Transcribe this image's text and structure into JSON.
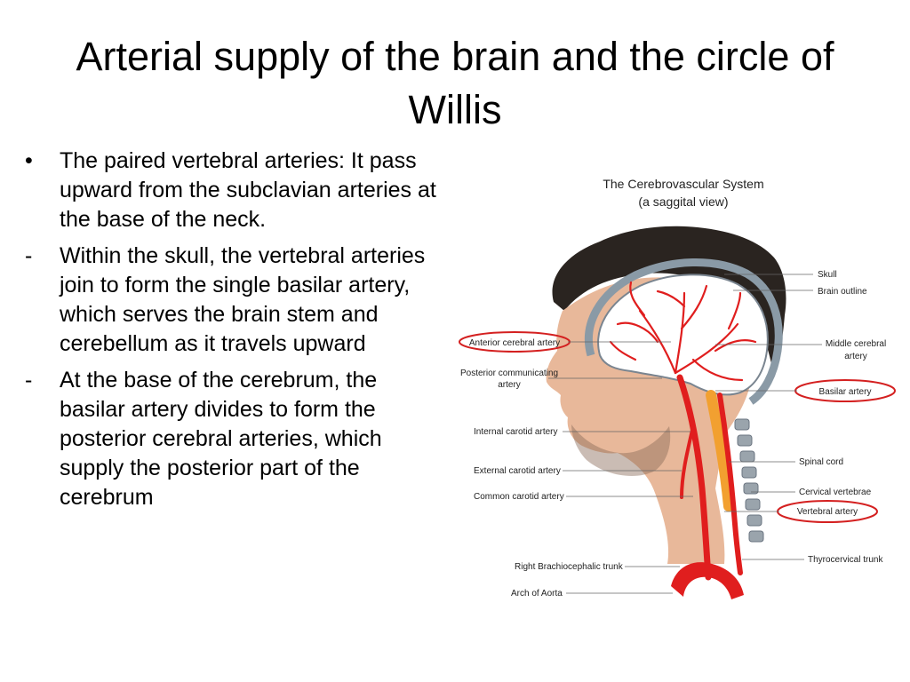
{
  "slide": {
    "title": "Arterial supply of the brain and the circle of Willis",
    "bullets": [
      {
        "marker": "•",
        "text": "The paired vertebral arteries: It pass upward from the subclavian arteries at the base of the neck."
      },
      {
        "marker": "-",
        "text": "Within the skull, the vertebral arteries join to form the single basilar artery, which serves the brain stem and cerebellum as it travels upward"
      },
      {
        "marker": "-",
        "text": "At the base of the cerebrum, the basilar artery divides to form the posterior cerebral arteries, which supply the posterior part of the cerebrum"
      }
    ]
  },
  "figure": {
    "title_line1": "The Cerebrovascular System",
    "title_line2": "(a saggital view)",
    "labels": {
      "skull": "Skull",
      "brain_outline": "Brain outline",
      "middle_cerebral_1": "Middle cerebral",
      "middle_cerebral_2": "artery",
      "basilar": "Basilar artery",
      "spinal_cord": "Spinal cord",
      "cervical_vertebrae": "Cervical vertebrae",
      "vertebral": "Vertebral artery",
      "thyrocervical": "Thyrocervical trunk",
      "anterior_cerebral": "Anterior cerebral artery",
      "posterior_communicating_1": "Posterior communicating",
      "posterior_communicating_2": "artery",
      "internal_carotid": "Internal carotid artery",
      "external_carotid": "External carotid artery",
      "common_carotid": "Common carotid artery",
      "right_brachiocephalic": "Right Brachiocephalic trunk",
      "arch_of_aorta": "Arch of Aorta"
    },
    "colors": {
      "artery": "#e01e1e",
      "highlight_ring": "#d42020",
      "skin": "#e8b89a",
      "hair": "#2a2420",
      "skull": "#8a9aa6",
      "spinal_cord": "#f2a030"
    }
  }
}
